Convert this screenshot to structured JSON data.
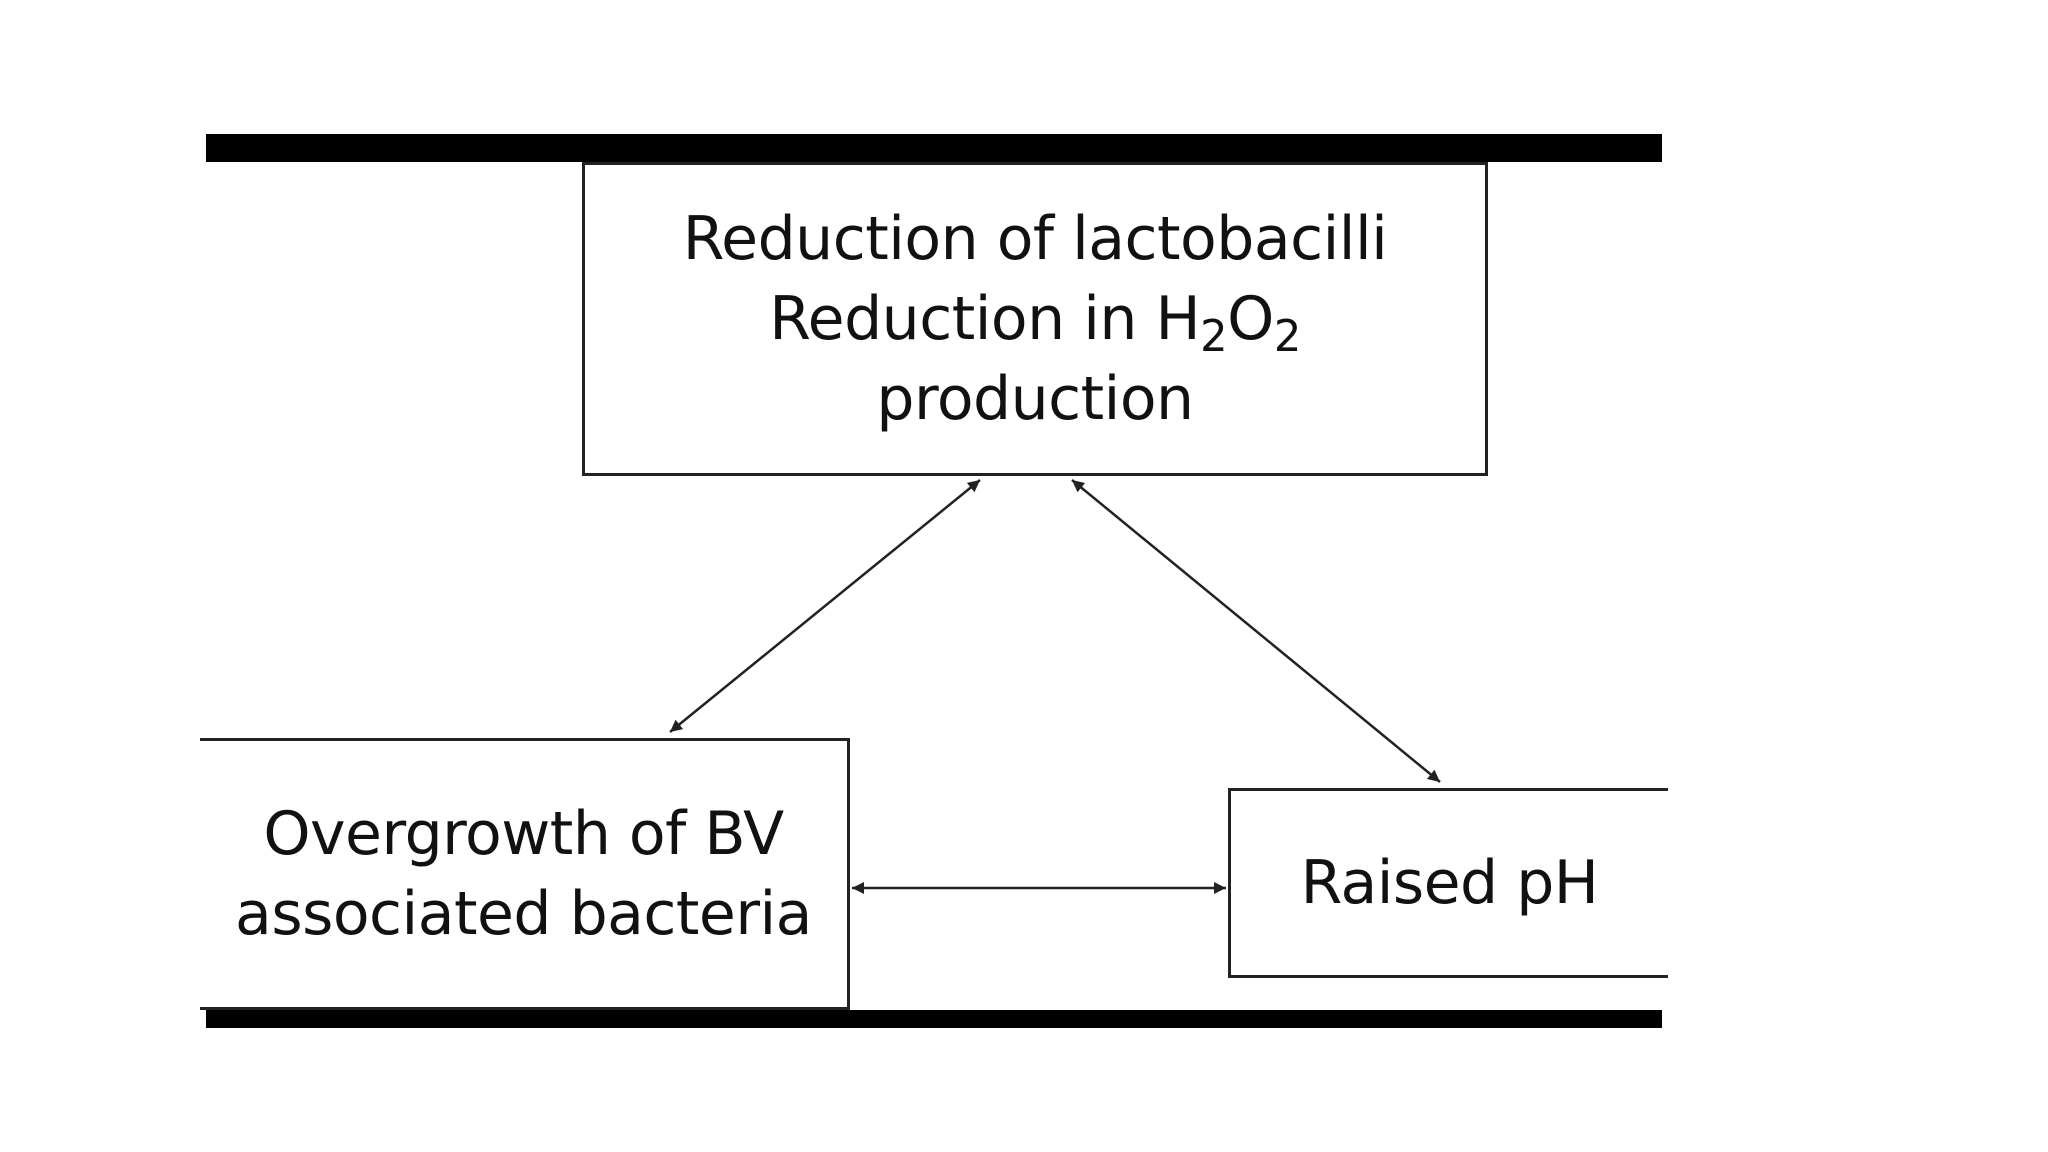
{
  "nodes": {
    "top": {
      "line1": "Reduction of lactobacilli",
      "line2_prefix": "Reduction in H",
      "line2_sub1": "2",
      "line2_mid": "O",
      "line2_sub2": "2",
      "line3": "production"
    },
    "left": {
      "line1": "Overgrowth of BV",
      "line2": "associated bacteria"
    },
    "right": {
      "line1": "Raised pH"
    }
  },
  "edges": [
    {
      "from": "top",
      "to": "left",
      "direction": "both"
    },
    {
      "from": "top",
      "to": "right",
      "direction": "both"
    },
    {
      "from": "left",
      "to": "right",
      "direction": "both"
    }
  ],
  "colors": {
    "stroke": "#222222",
    "bar": "#000000",
    "background": "#ffffff"
  }
}
